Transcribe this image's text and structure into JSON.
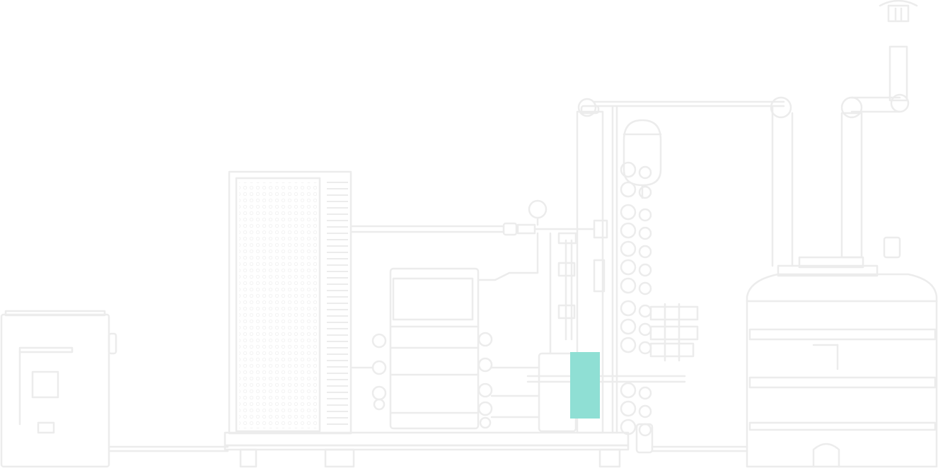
{
  "colors": {
    "background": "#ffffff",
    "outline": "#ececec",
    "hatch": "#f1f1f1",
    "highlight": "#8fdfd4"
  },
  "components": [
    {
      "id": "boiler-unit-left",
      "icon": "boiler-outline"
    },
    {
      "id": "heat-exchanger-panel",
      "icon": "radiator-grid-outline"
    },
    {
      "id": "buffer-tank-small",
      "icon": "tank-outline"
    },
    {
      "id": "valve-manifold",
      "icon": "valves-outline"
    },
    {
      "id": "pump-module",
      "icon": "pump-outline",
      "highlighted": true
    },
    {
      "id": "expansion-vessel",
      "icon": "vessel-outline"
    },
    {
      "id": "storage-tank-large",
      "icon": "storage-tank-outline"
    },
    {
      "id": "flue-chimney",
      "icon": "chimney-outline"
    }
  ]
}
